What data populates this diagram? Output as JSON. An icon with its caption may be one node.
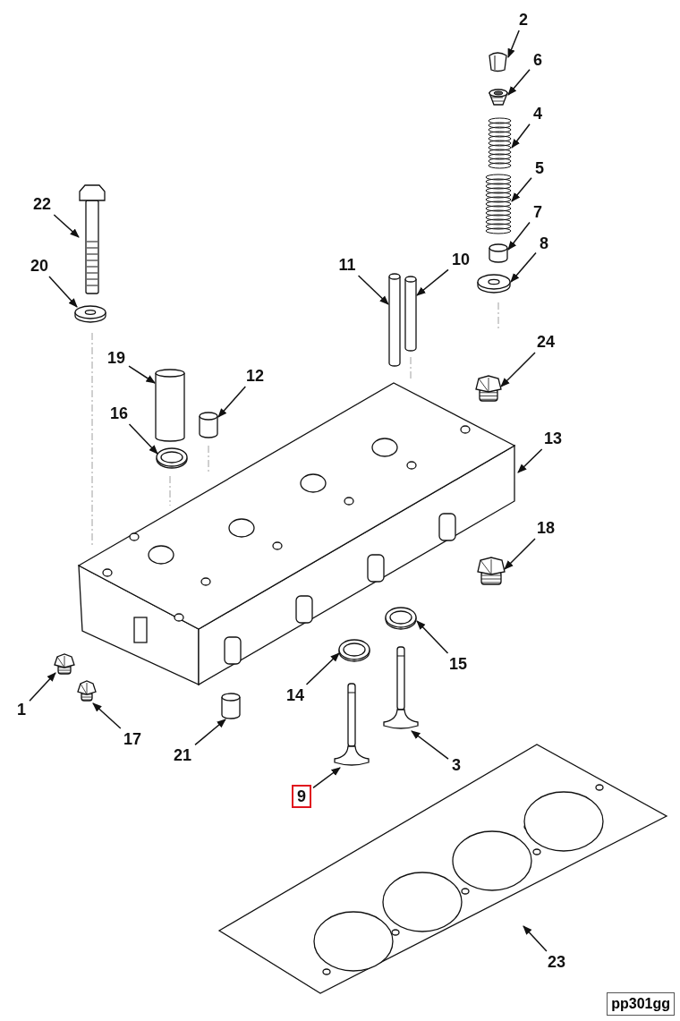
{
  "diagram": {
    "nodes": [
      {
        "text": [
          "2"
        ]
      },
      {
        "text": [
          "6"
        ]
      },
      {
        "text": [
          "4"
        ]
      },
      {
        "text": [
          "5"
        ]
      },
      {
        "text": [
          "7"
        ]
      },
      {
        "text": [
          "22"
        ]
      },
      {
        "text": [
          "8"
        ]
      },
      {
        "text": [
          "11"
        ]
      },
      {
        "text": [
          "10"
        ]
      },
      {
        "text": [
          "20"
        ]
      },
      {
        "text": [
          "24"
        ]
      },
      {
        "text": [
          "19"
        ]
      },
      {
        "text": [
          "12"
        ]
      },
      {
        "text": [
          "16"
        ]
      },
      {
        "text": [
          "13"
        ]
      },
      {
        "text": [
          "18"
        ]
      },
      {
        "text": [
          "15"
        ]
      },
      {
        "text": [
          "14"
        ]
      },
      {
        "text": [
          "1"
        ]
      },
      {
        "text": [
          "17"
        ]
      },
      {
        "text": [
          "21"
        ]
      },
      {
        "text": [
          "3"
        ]
      },
      {
        "text": [
          "9"
        ]
      },
      {
        "text": [
          "23"
        ]
      },
      {
        "text": [],
        "shape": "picture"
      },
      {
        "text": [],
        "shape": "picture"
      },
      {
        "text": [],
        "shape": "picture"
      },
      {
        "text": [],
        "shape": "picture"
      },
      {
        "text": [],
        "shape": "cylinder"
      },
      {
        "text": [],
        "shape": "picture"
      },
      {
        "text": [],
        "shape": "picture"
      },
      {
        "text": [],
        "shape": "cylinder"
      },
      {
        "text": [],
        "shape": "cylinder"
      },
      {
        "text": [],
        "shape": "picture"
      },
      {
        "text": [],
        "shape": "picture"
      },
      {
        "text": [],
        "shape": "cylinder"
      },
      {
        "text": [],
        "shape": "cylinder"
      },
      {
        "text": [],
        "shape": "picture"
      },
      {
        "text": [],
        "shape": "picture"
      },
      {
        "text": [],
        "shape": "picture"
      },
      {
        "text": [],
        "shape": "picture"
      },
      {
        "text": [],
        "shape": "picture"
      },
      {
        "text": [],
        "shape": "picture"
      },
      {
        "text": [],
        "shape": "picture"
      },
      {
        "text": [],
        "shape": "cylinder"
      },
      {
        "text": [],
        "shape": "picture"
      },
      {
        "text": [],
        "shape": "picture"
      },
      {
        "text": [],
        "shape": "picture"
      }
    ],
    "edges": [
      {
        "from": 0,
        "to": 24,
        "arrow": "to"
      },
      {
        "from": 1,
        "to": 25,
        "arrow": "to"
      },
      {
        "from": 2,
        "to": 26,
        "arrow": "to"
      },
      {
        "from": 3,
        "to": 27,
        "arrow": "to"
      },
      {
        "from": 4,
        "to": 28,
        "arrow": "to"
      },
      {
        "from": 5,
        "to": 30,
        "arrow": "to"
      },
      {
        "from": 6,
        "to": 29,
        "arrow": "to"
      },
      {
        "from": 7,
        "to": 31,
        "arrow": "to"
      },
      {
        "from": 8,
        "to": 32,
        "arrow": "to"
      },
      {
        "from": 9,
        "to": 33,
        "arrow": "to"
      },
      {
        "from": 10,
        "to": 34,
        "arrow": "to"
      },
      {
        "from": 11,
        "to": 35,
        "arrow": "to"
      },
      {
        "from": 12,
        "to": 36,
        "arrow": "to"
      },
      {
        "from": 13,
        "to": 37,
        "arrow": "to"
      },
      {
        "from": 14,
        "to": 38,
        "arrow": "to"
      },
      {
        "from": 15,
        "to": 39,
        "arrow": "to"
      },
      {
        "from": 16,
        "to": 40,
        "arrow": "to"
      },
      {
        "from": 17,
        "to": 41,
        "arrow": "to"
      },
      {
        "from": 18,
        "to": 42,
        "arrow": "to"
      },
      {
        "from": 19,
        "to": 43,
        "arrow": "to"
      },
      {
        "from": 20,
        "to": 44,
        "arrow": "to"
      },
      {
        "from": 21,
        "to": 45,
        "arrow": "to"
      },
      {
        "from": 22,
        "to": 46,
        "arrow": "to"
      },
      {
        "from": 23,
        "to": 47,
        "arrow": "to"
      }
    ],
    "labels": [
      "pp301gg"
    ]
  }
}
